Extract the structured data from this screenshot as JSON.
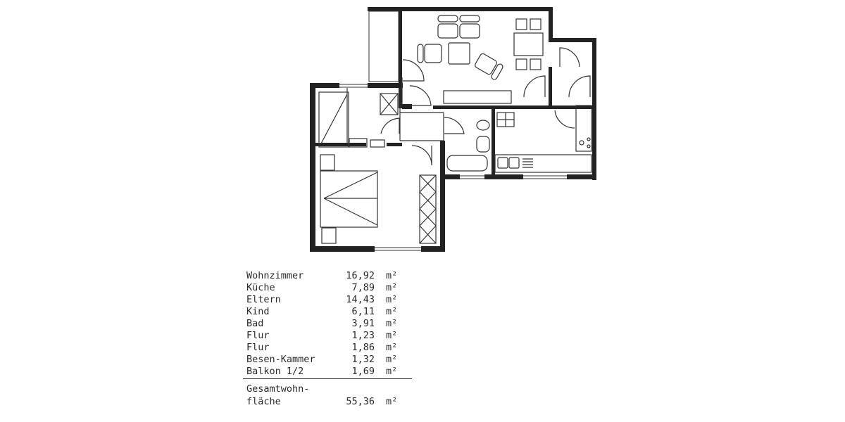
{
  "areas": [
    {
      "room": "Wohnzimmer",
      "value": "16,92",
      "unit": "m²"
    },
    {
      "room": "Küche",
      "value": "7,89",
      "unit": "m²"
    },
    {
      "room": "Eltern",
      "value": "14,43",
      "unit": "m²"
    },
    {
      "room": "Kind",
      "value": "6,11",
      "unit": "m²"
    },
    {
      "room": "Bad",
      "value": "3,91",
      "unit": "m²"
    },
    {
      "room": "Flur",
      "value": "1,23",
      "unit": "m²"
    },
    {
      "room": "Flur",
      "value": "1,86",
      "unit": "m²"
    },
    {
      "room": "Besen-Kammer",
      "value": "1,32",
      "unit": "m²"
    },
    {
      "room": "Balkon 1/2",
      "value": "1,69",
      "unit": "m²"
    }
  ],
  "total": {
    "label_line1": "Gesamtwohn-",
    "label_line2": "fläche",
    "value": "55,36",
    "unit": "m²"
  }
}
